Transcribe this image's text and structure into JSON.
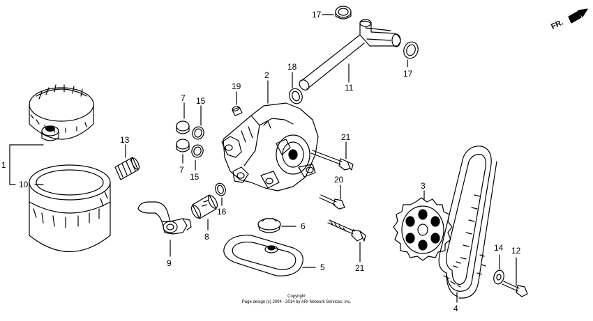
{
  "diagram": {
    "fr_label": "FR.",
    "copyright_line1": "Copyright",
    "copyright_line2": "Page design (c) 2004 - 2014 by ARI Network Services, Inc.",
    "callouts": {
      "c1": "1",
      "c2": "2",
      "c3": "3",
      "c4": "4",
      "c5": "5",
      "c6": "6",
      "c7a": "7",
      "c7b": "7",
      "c8": "8",
      "c9": "9",
      "c10": "10",
      "c11": "11",
      "c12": "12",
      "c13": "13",
      "c14": "14",
      "c15a": "15",
      "c15b": "15",
      "c16": "16",
      "c17a": "17",
      "c17b": "17",
      "c18": "18",
      "c19": "19",
      "c20": "20",
      "c21a": "21",
      "c21b": "21"
    }
  }
}
